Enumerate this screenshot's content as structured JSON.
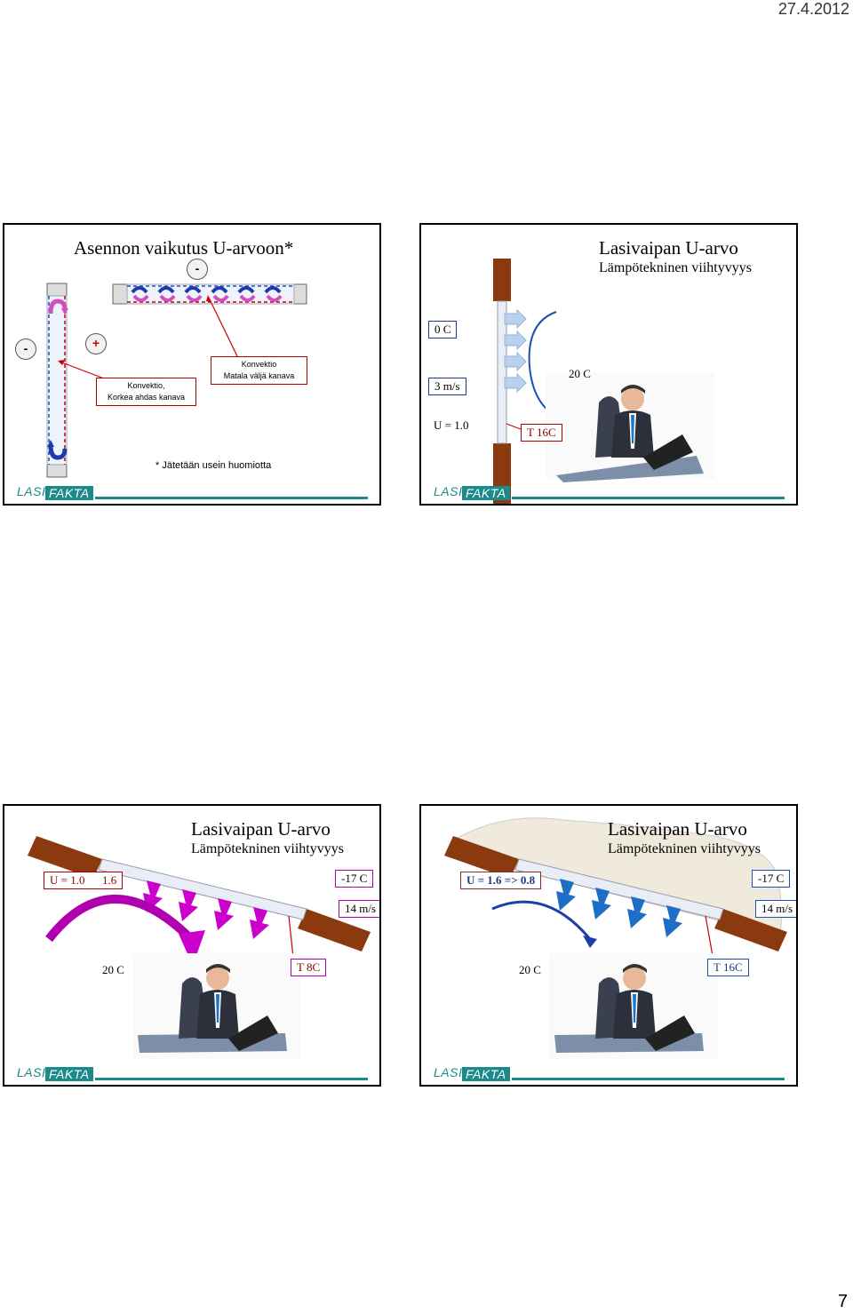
{
  "header": {
    "date": "27.4.2012"
  },
  "footer": {
    "page_number": "7"
  },
  "logo": {
    "part1": "LASI",
    "part2": "FAKTA"
  },
  "slide1": {
    "title": "Asennon vaikutus U-arvoon*",
    "sign_top": "-",
    "sign_left_minus": "-",
    "sign_left_plus": "+",
    "label_left_l1": "Konvektio,",
    "label_left_l2": "Korkea ahdas kanava",
    "label_right_l1": "Konvektio",
    "label_right_l2": "Matala väljä kanava",
    "footnote": "* Jätetään usein huomiotta"
  },
  "slide2": {
    "title": "Lasivaipan U-arvo",
    "subtitle": "Lämpötekninen viihtyvyys",
    "outside_temp": "0 C",
    "wind": "3 m/s",
    "u_value": "U = 1.0",
    "inside_temp": "20 C",
    "surface_temp": "T 16C"
  },
  "slide3": {
    "title": "Lasivaipan U-arvo",
    "subtitle": "Lämpötekninen viihtyvyys",
    "u_value_from": "U = 1.0",
    "u_value_to": "1.6",
    "outside_temp": "-17 C",
    "wind": "14 m/s",
    "inside_temp": "20 C",
    "surface_temp": "T 8C"
  },
  "slide4": {
    "title": "Lasivaipan U-arvo",
    "subtitle": "Lämpötekninen viihtyvyys",
    "u_value": "U = 1.6 => 0.8",
    "outside_temp": "-17 C",
    "wind": "14 m/s",
    "inside_temp": "20 C",
    "surface_temp": "T 16C"
  },
  "colors": {
    "frame_brown": "#8b3a0f",
    "teal_logo": "#1a8a8a",
    "magenta_arrow": "#cc00cc",
    "blue_arrow": "#1c6fc4",
    "red_border": "#b30000"
  }
}
